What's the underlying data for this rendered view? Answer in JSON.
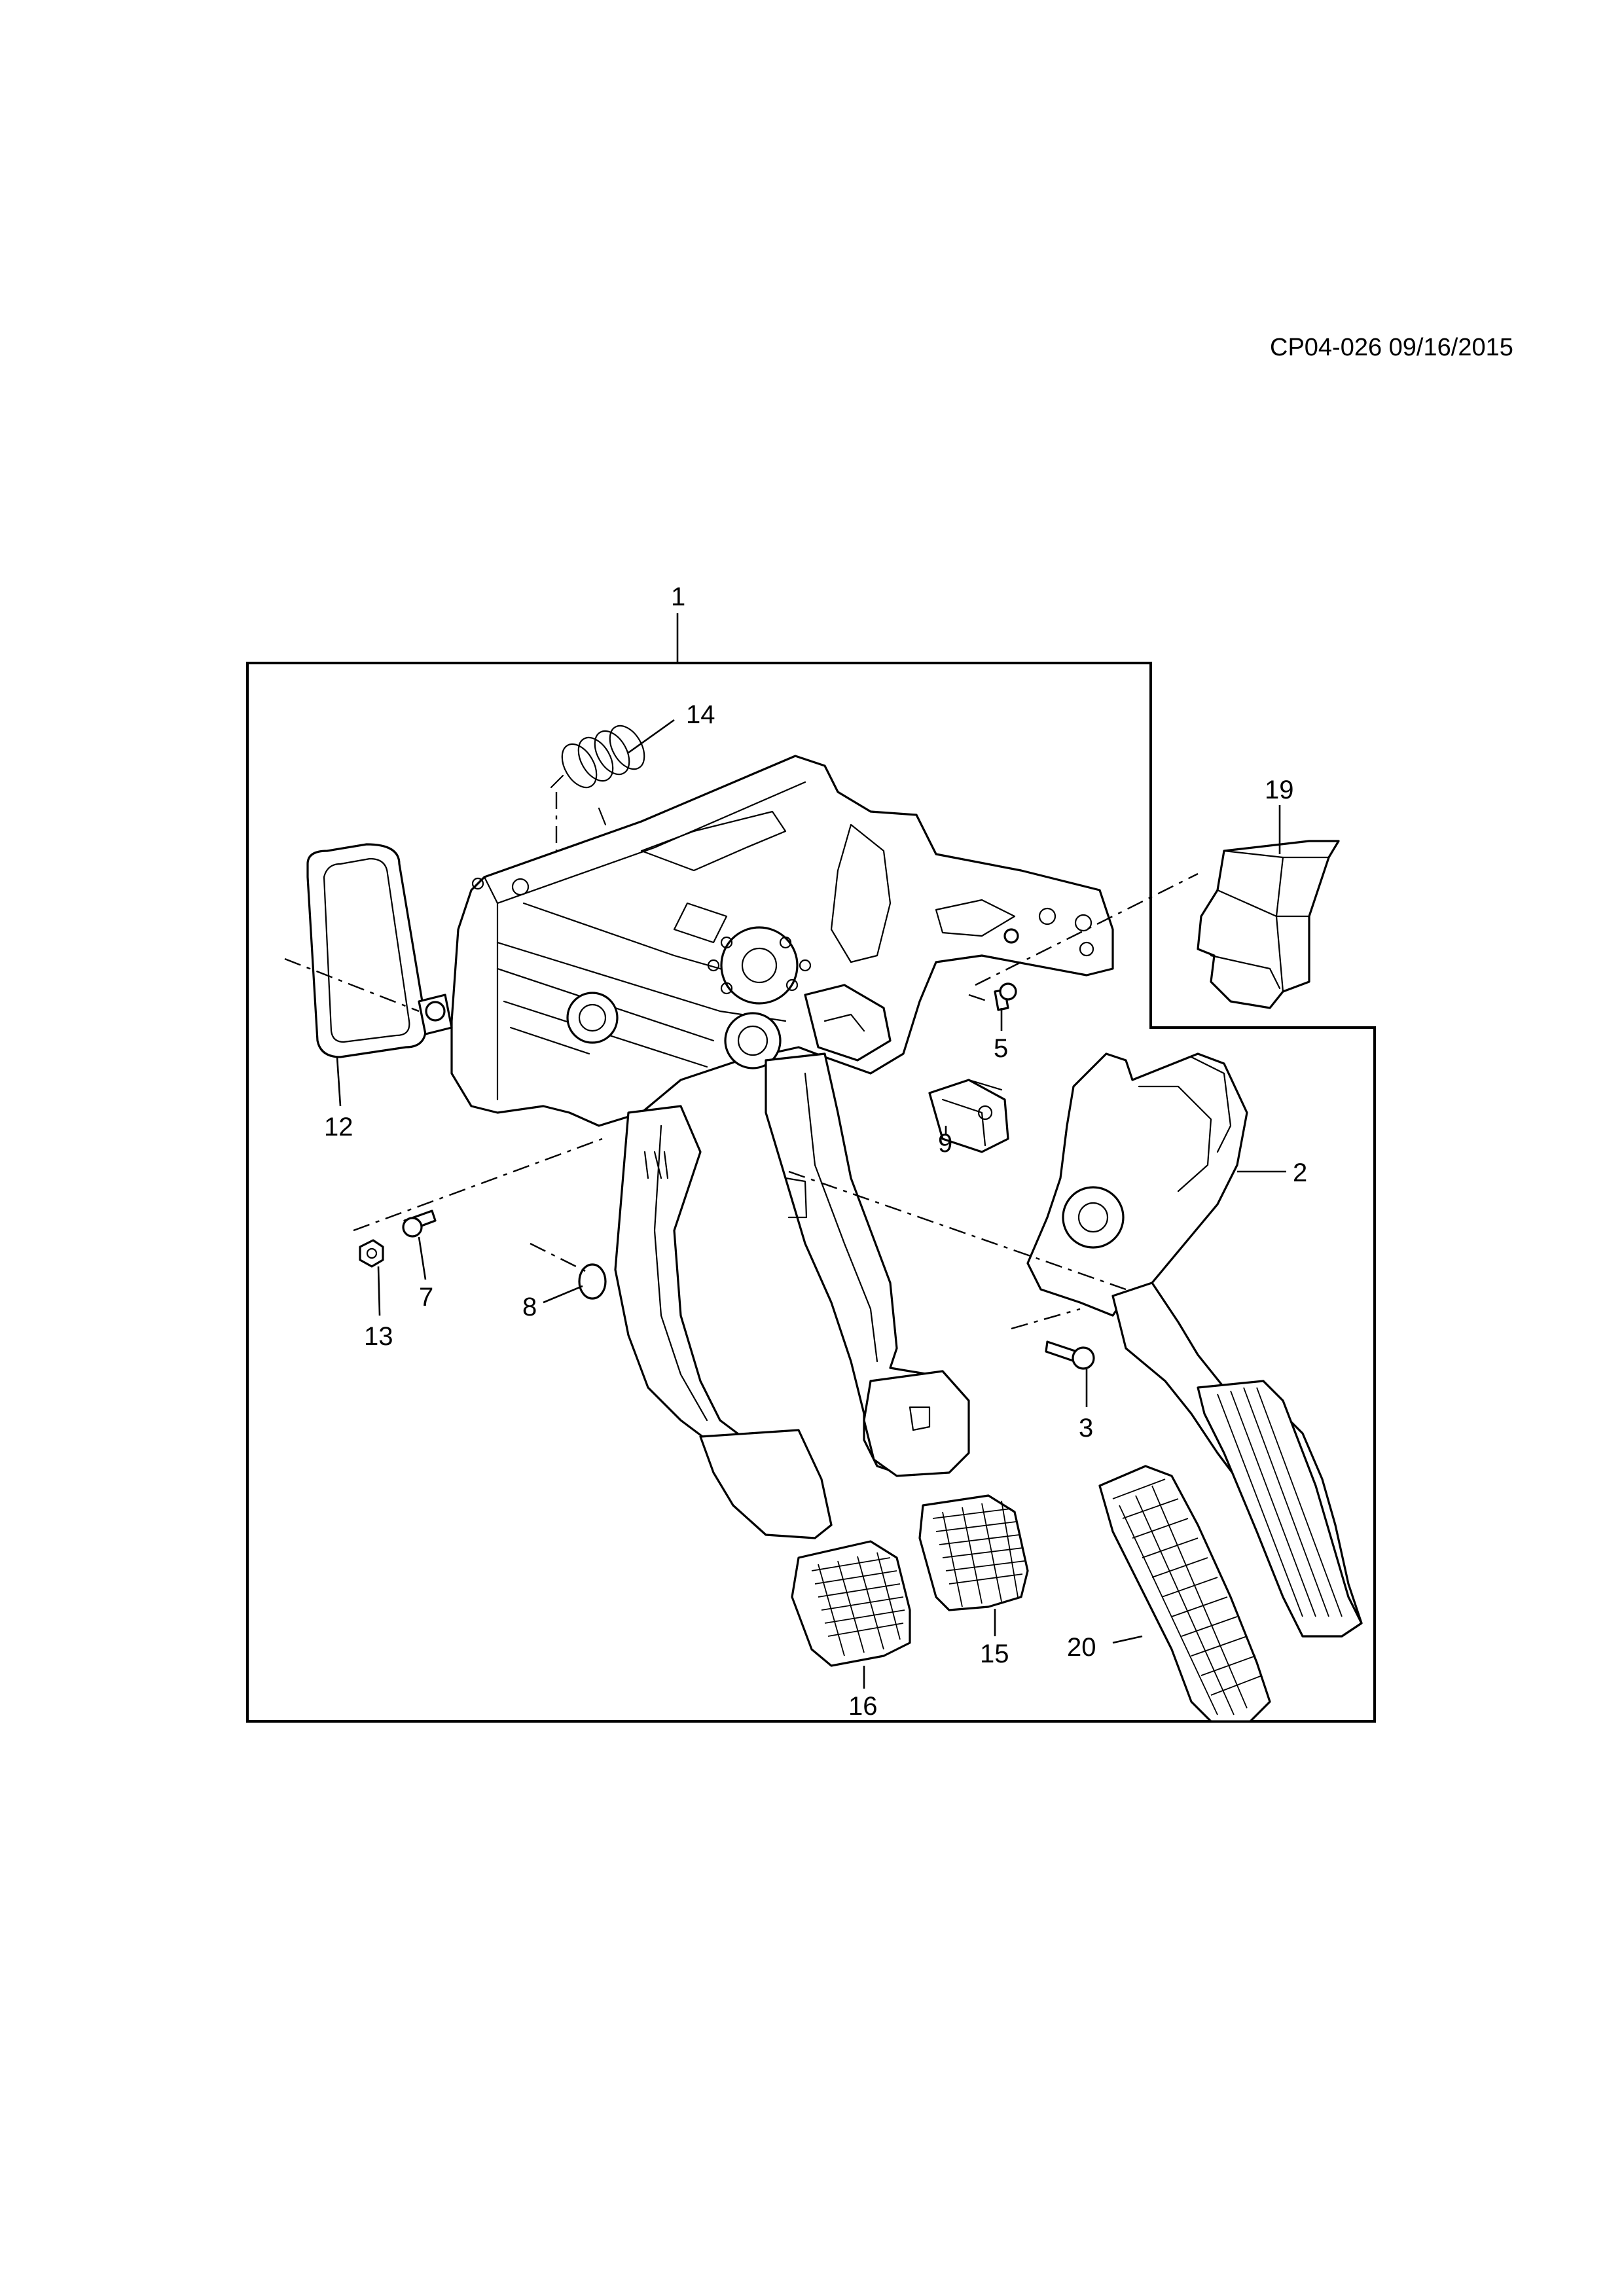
{
  "reference": "CP04-026 09/16/2015",
  "callouts": {
    "c1": "1",
    "c2": "2",
    "c3": "3",
    "c5": "5",
    "c7": "7",
    "c8": "8",
    "c9": "9",
    "c12": "12",
    "c13": "13",
    "c14": "14",
    "c15": "15",
    "c16": "16",
    "c19": "19",
    "c20": "20"
  }
}
